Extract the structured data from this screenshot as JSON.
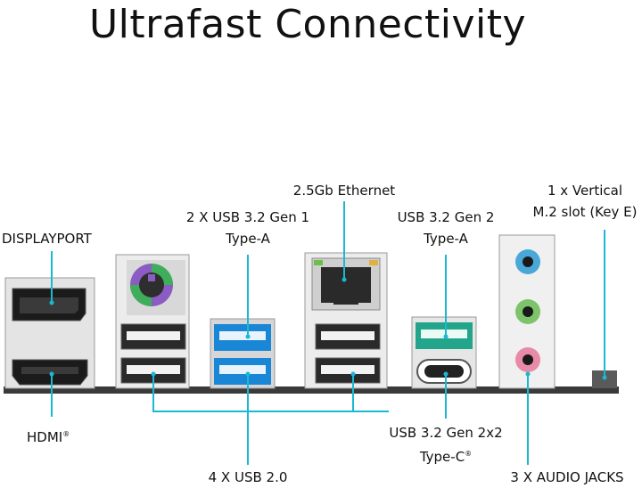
{
  "title": "Ultrafast Connectivity",
  "labels": {
    "displayport": "DISPLAYPORT",
    "hdmi": "HDMI",
    "usb32_gen1_line1": "2 X USB 3.2 Gen 1",
    "usb32_gen1_line2": "Type-A",
    "ethernet": "2.5Gb Ethernet",
    "usb32_gen2_line1": "USB 3.2 Gen 2",
    "usb32_gen2_line2": "Type-A",
    "m2_line1": "1 x Vertical",
    "m2_line2": "M.2 slot (Key E)",
    "usb20": "4 X USB 2.0",
    "usb_gen2x2_line1": "USB 3.2 Gen 2x2",
    "usb_gen2x2_line2": "Type-C",
    "audio": "3 X AUDIO JACKS",
    "registered_mark": "®"
  },
  "colors": {
    "callout": "#1bb8d4",
    "usb3_blue": "#1a86d6",
    "usb_teal": "#22a58a",
    "ps2_purple": "#8a5cc4",
    "ps2_green": "#3fae5a",
    "audio_blue": "#4aa8d8",
    "audio_green": "#7cc36a",
    "audio_pink": "#e88aa8",
    "base_bar": "#3a3a3a"
  }
}
